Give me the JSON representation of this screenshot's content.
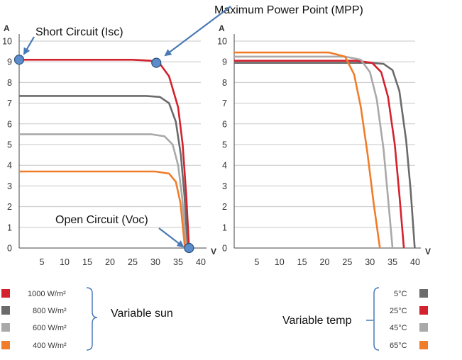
{
  "annotations": {
    "mpp": "Maximum Power Point (MPP)",
    "isc": "Short Circuit (Isc)",
    "voc": "Open Circuit (Voc)"
  },
  "legends": {
    "sun": {
      "title": "Variable sun",
      "items": [
        {
          "label": "1000 W/m²",
          "color": "#d3222e"
        },
        {
          "label": "800 W/m²",
          "color": "#6b6b6b"
        },
        {
          "label": "600 W/m²",
          "color": "#a9a9a9"
        },
        {
          "label": "400 W/m²",
          "color": "#f07d2a"
        }
      ]
    },
    "temp": {
      "title": "Variable temp",
      "items": [
        {
          "label": "5°C",
          "color": "#6b6b6b"
        },
        {
          "label": "25°C",
          "color": "#d3222e"
        },
        {
          "label": "45°C",
          "color": "#a9a9a9"
        },
        {
          "label": "65°C",
          "color": "#f07d2a"
        }
      ]
    }
  },
  "chart_data": [
    {
      "type": "line",
      "xlabel": "V",
      "ylabel": "A",
      "xlim": [
        0,
        40
      ],
      "ylim": [
        0,
        10
      ],
      "xticks": [
        5,
        10,
        15,
        20,
        25,
        30,
        35,
        40
      ],
      "yticks": [
        0,
        1,
        2,
        3,
        4,
        5,
        6,
        7,
        8,
        9,
        10
      ],
      "grid": true,
      "series": [
        {
          "name": "1000 W/m²",
          "color": "#d3222e",
          "x": [
            0,
            25,
            29,
            31,
            33,
            35,
            36,
            36.8,
            37.4
          ],
          "y": [
            9.1,
            9.1,
            9.05,
            8.9,
            8.3,
            6.8,
            5.0,
            2.5,
            0
          ]
        },
        {
          "name": "800 W/m²",
          "color": "#6b6b6b",
          "x": [
            0,
            28,
            31,
            33,
            34.5,
            35.6,
            36.4,
            37.1
          ],
          "y": [
            7.35,
            7.35,
            7.3,
            7.0,
            6.1,
            4.5,
            2.5,
            0
          ]
        },
        {
          "name": "600 W/m²",
          "color": "#a9a9a9",
          "x": [
            0,
            29,
            32,
            33.8,
            35,
            35.9,
            36.8
          ],
          "y": [
            5.5,
            5.5,
            5.4,
            5.0,
            4.0,
            2.4,
            0
          ]
        },
        {
          "name": "400 W/m²",
          "color": "#f07d2a",
          "x": [
            0,
            30,
            33,
            34.5,
            35.5,
            36.5
          ],
          "y": [
            3.7,
            3.7,
            3.6,
            3.2,
            2.2,
            0
          ]
        }
      ],
      "points": [
        {
          "name": "Short Circuit (Isc)",
          "x": 0,
          "y": 9.1
        },
        {
          "name": "Maximum Power Point (MPP)",
          "x": 30.2,
          "y": 8.95
        },
        {
          "name": "Open Circuit (Voc)",
          "x": 37.4,
          "y": 0
        }
      ]
    },
    {
      "type": "line",
      "xlabel": "V",
      "ylabel": "A",
      "xlim": [
        0,
        40
      ],
      "ylim": [
        0,
        10
      ],
      "xticks": [
        5,
        10,
        15,
        20,
        25,
        30,
        35,
        40
      ],
      "yticks": [
        0,
        1,
        2,
        3,
        4,
        5,
        6,
        7,
        8,
        9,
        10
      ],
      "grid": true,
      "series": [
        {
          "name": "5°C",
          "color": "#6b6b6b",
          "x": [
            0,
            30,
            33,
            35,
            36.5,
            38,
            39,
            39.9
          ],
          "y": [
            8.95,
            8.95,
            8.9,
            8.6,
            7.6,
            5.2,
            2.8,
            0
          ]
        },
        {
          "name": "25°C",
          "color": "#d3222e",
          "x": [
            0,
            27,
            30.5,
            32.5,
            34,
            35.5,
            36.5,
            37.5
          ],
          "y": [
            9.05,
            9.05,
            8.95,
            8.5,
            7.3,
            5.0,
            2.6,
            0
          ]
        },
        {
          "name": "45°C",
          "color": "#a9a9a9",
          "x": [
            0,
            24.5,
            28,
            30,
            31.5,
            33,
            34,
            35
          ],
          "y": [
            9.25,
            9.25,
            9.1,
            8.5,
            7.2,
            4.8,
            2.4,
            0
          ]
        },
        {
          "name": "65°C",
          "color": "#f07d2a",
          "x": [
            0,
            21,
            24.5,
            26.5,
            28,
            29.5,
            30.8,
            32.2
          ],
          "y": [
            9.45,
            9.45,
            9.25,
            8.4,
            6.8,
            4.5,
            2.2,
            0
          ]
        }
      ]
    }
  ]
}
